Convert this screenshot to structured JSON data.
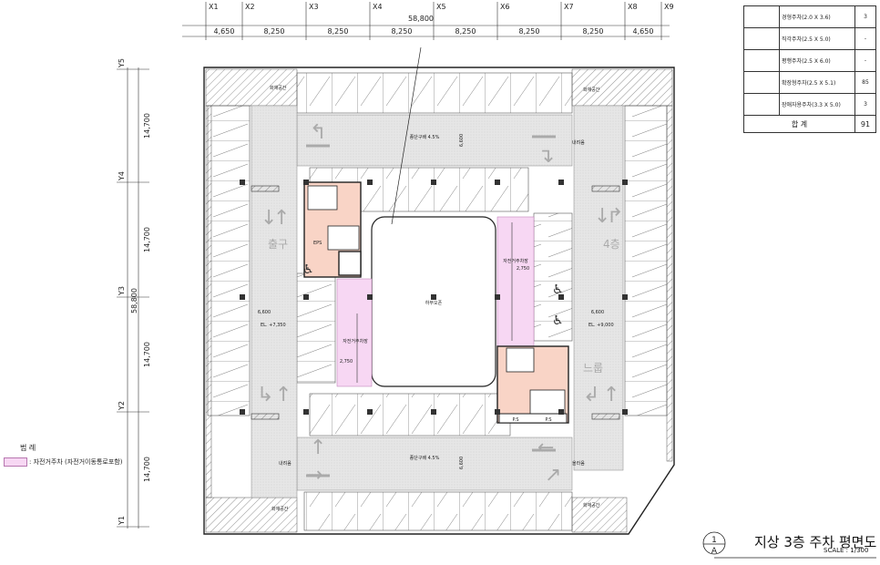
{
  "grid": {
    "x_labels": [
      "X1",
      "X2",
      "X3",
      "X4",
      "X5",
      "X6",
      "X7",
      "X8",
      "X9"
    ],
    "y_labels": [
      "Y1",
      "Y2",
      "Y3",
      "Y4",
      "Y5"
    ],
    "total_width": "58,800",
    "x_spans": [
      "4,650",
      "8,250",
      "8,250",
      "8,250",
      "8,250",
      "8,250",
      "8,250",
      "4,650"
    ],
    "y_spans": [
      "14,700",
      "14,700",
      "14,700",
      "14,700"
    ],
    "total_height": "58,800"
  },
  "annotations": {
    "ramp_top": "종단구배 4.5%",
    "ramp_bottom": "종단구배 4.5%",
    "down_top": "내려옴",
    "down_bottom": "내려옴",
    "up_bottom": "올라옴",
    "dim_top": "6,600",
    "dim_bottom": "6,600",
    "dim_left": "6,600",
    "dim_right": "6,600",
    "exit": "출구",
    "floor4": "4층",
    "floor_right": "느룹",
    "void": "하부오픈",
    "bike_right": "자전거주차장",
    "bike_left": "자전거주차장",
    "bike_dim_right": "2,750",
    "bike_dim_left": "2,750",
    "level_left": "EL. +7,350",
    "level_right": "EL. +9,000",
    "eps": "EPS",
    "ps": "P.S",
    "corner_tl": "화재공간",
    "corner_tr": "화재공간",
    "corner_bl": "화재공간",
    "corner_br": "화재공간"
  },
  "legend_table": {
    "rows": [
      {
        "label": "경형주차(2.0 X 3.6)",
        "count": "3"
      },
      {
        "label": "직각주차(2.5 X 5.0)",
        "count": "-"
      },
      {
        "label": "평행주차(2.5 X 6.0)",
        "count": "-"
      },
      {
        "label": "확장형주차(2.5 X 5.1)",
        "count": "85"
      },
      {
        "label": "장애자용주차(3.3 X 5.0)",
        "count": "3"
      }
    ],
    "total_label": "합     계",
    "total_count": "91"
  },
  "legend": {
    "heading": "범 례",
    "item": ": 자전거주차 (자전거이동통로포함)",
    "color": "#f7d7f3"
  },
  "title": {
    "number": "1",
    "sheet": "A",
    "main": "지상 3층 주차 평면도",
    "scale": "SCALE : 1/300"
  },
  "colors": {
    "bike": "#f7d7f3",
    "core": "#f9d4c6",
    "drive": "#e4e4e4",
    "line": "#333333"
  }
}
